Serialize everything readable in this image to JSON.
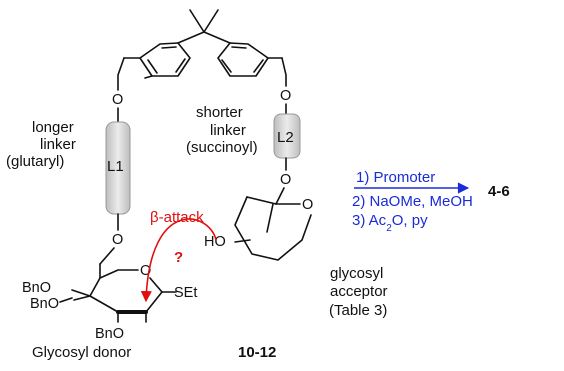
{
  "colors": {
    "ink": "#111111",
    "blue": "#1a2bd8",
    "red": "#e01010",
    "linker_fill": "#d9d9d9"
  },
  "linkers": {
    "l1": "L1",
    "l2": "L2"
  },
  "labels": {
    "longer_linker": [
      "longer",
      "linker",
      "(glutaryl)"
    ],
    "shorter_linker": [
      "shorter",
      "linker",
      "(succinoyl)"
    ],
    "glycosyl_acceptor": [
      "glycosyl",
      "acceptor",
      "(Table 3)"
    ],
    "glycosyl_donor": "Glycosyl donor",
    "donor_compounds": "10-12",
    "product_compounds": "4-6"
  },
  "atoms": {
    "o": "O",
    "ho": "HO",
    "set": "SEt",
    "bno": "BnO"
  },
  "attack": {
    "label": "β-attack",
    "question": "?"
  },
  "conditions": {
    "step1": "1) Promoter",
    "step2": "2) NaOMe, MeOH",
    "step3_prefix": "3) Ac",
    "step3_sub": "2",
    "step3_suffix": "O, py"
  }
}
